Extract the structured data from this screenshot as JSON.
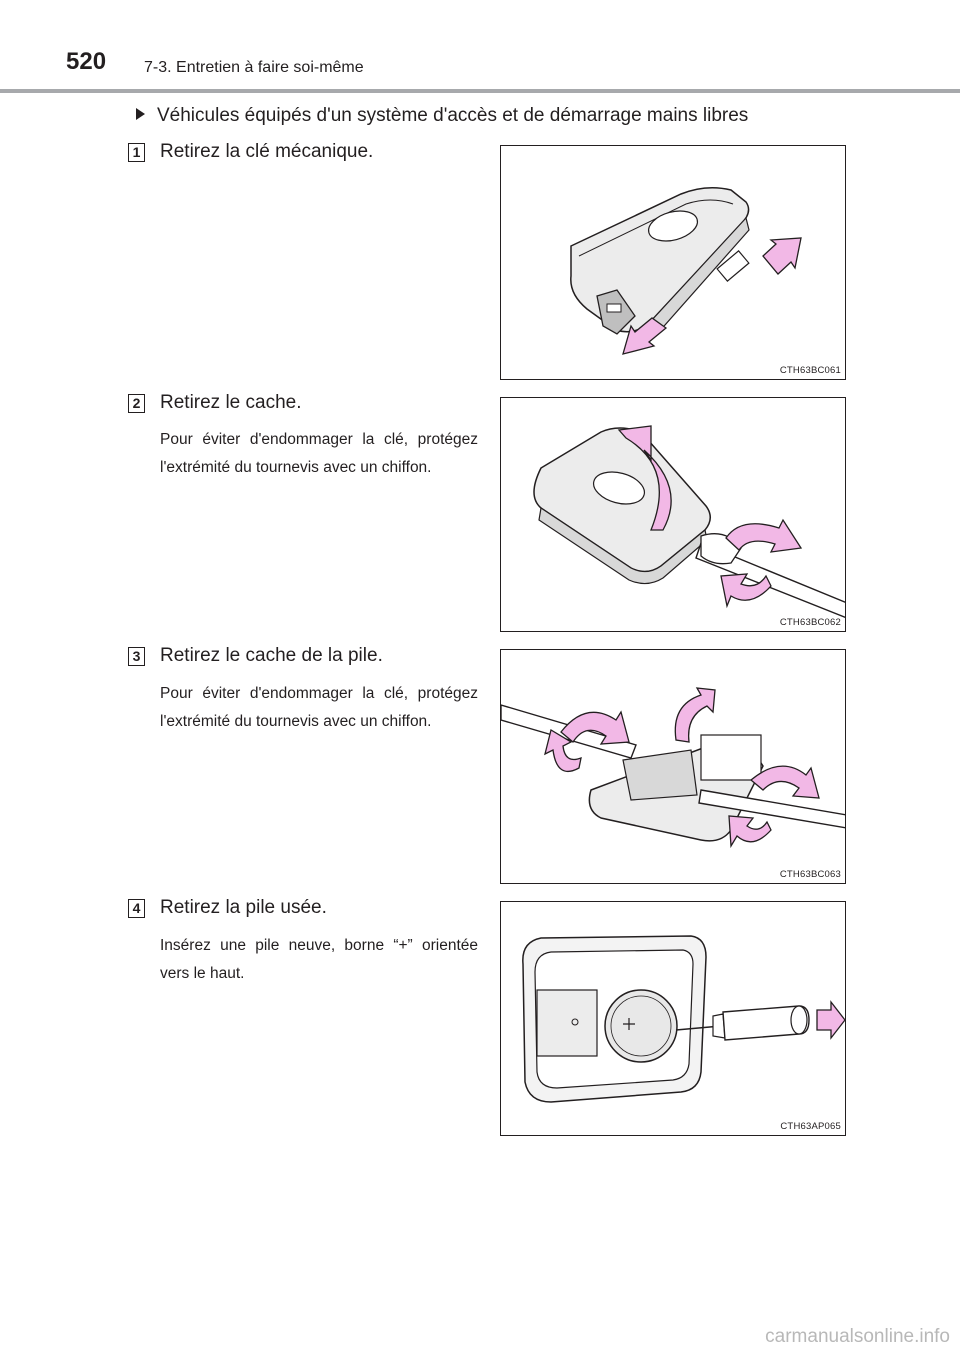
{
  "header": {
    "page_number": "520",
    "chapter": "7-3. Entretien à faire soi-même"
  },
  "subsection": "Véhicules équipés d'un système d'accès et de démarrage mains libres",
  "steps": [
    {
      "number": "1",
      "title": "Retirez la clé mécanique.",
      "note": "",
      "figure_code": "CTH63BC061"
    },
    {
      "number": "2",
      "title": "Retirez le cache.",
      "note": "Pour éviter d'endommager la clé, protégez l'extrémité du tournevis avec un chiffon.",
      "figure_code": "CTH63BC062"
    },
    {
      "number": "3",
      "title": "Retirez le cache de la pile.",
      "note": "Pour éviter d'endommager la clé, protégez l'extrémité du tournevis avec un chiffon.",
      "figure_code": "CTH63BC063"
    },
    {
      "number": "4",
      "title": "Retirez la pile usée.",
      "note": "Insérez une pile neuve, borne “+” orientée vers le haut.",
      "figure_code": "CTH63AP065"
    }
  ],
  "footer": {
    "watermark": "carmanualsonline.info"
  },
  "colors": {
    "arrow_fill": "#f2b8e6",
    "line": "#231f20",
    "rule": "#a7a9ac",
    "key_fill": "#ececec"
  },
  "icons": {
    "bullet": "triangle-bullet-icon"
  }
}
